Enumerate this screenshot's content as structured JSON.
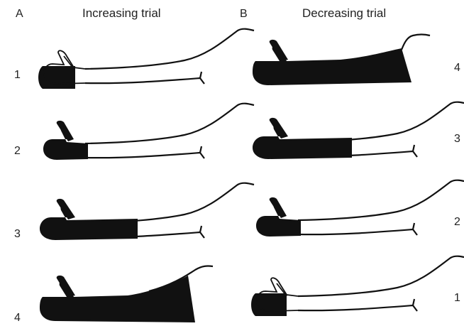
{
  "panels": [
    {
      "letter": "A",
      "title": "Increasing trial",
      "rows": [
        "1",
        "2",
        "3",
        "4"
      ]
    },
    {
      "letter": "B",
      "title": "Decreasing trial",
      "rows": [
        "4",
        "3",
        "2",
        "1"
      ]
    }
  ],
  "colors": {
    "ink": "#111111",
    "paper": "#ffffff"
  }
}
